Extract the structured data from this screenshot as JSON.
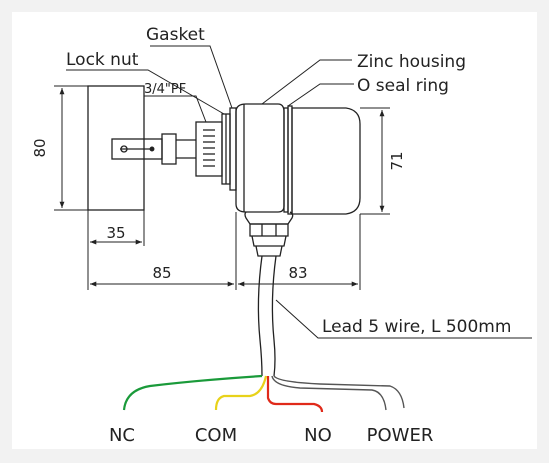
{
  "labels": {
    "gasket": "Gasket",
    "lock_nut": "Lock nut",
    "thread": "3/4\"PF",
    "zinc_housing": "Zinc housing",
    "o_seal_ring": "O seal ring",
    "lead": "Lead 5 wire, L 500mm"
  },
  "dimensions": {
    "height_left": "80",
    "height_right": "71",
    "width_plate": "35",
    "width_left": "85",
    "width_right": "83"
  },
  "wires": {
    "nc": "NC",
    "com": "COM",
    "no": "NO",
    "power": "POWER"
  },
  "colors": {
    "background": "#f2f2f2",
    "panel": "#ffffff",
    "line": "#222222",
    "wire_nc": "#1a9a3a",
    "wire_com": "#e8d21a",
    "wire_no": "#e02a1a",
    "wire_power": "#555555"
  }
}
